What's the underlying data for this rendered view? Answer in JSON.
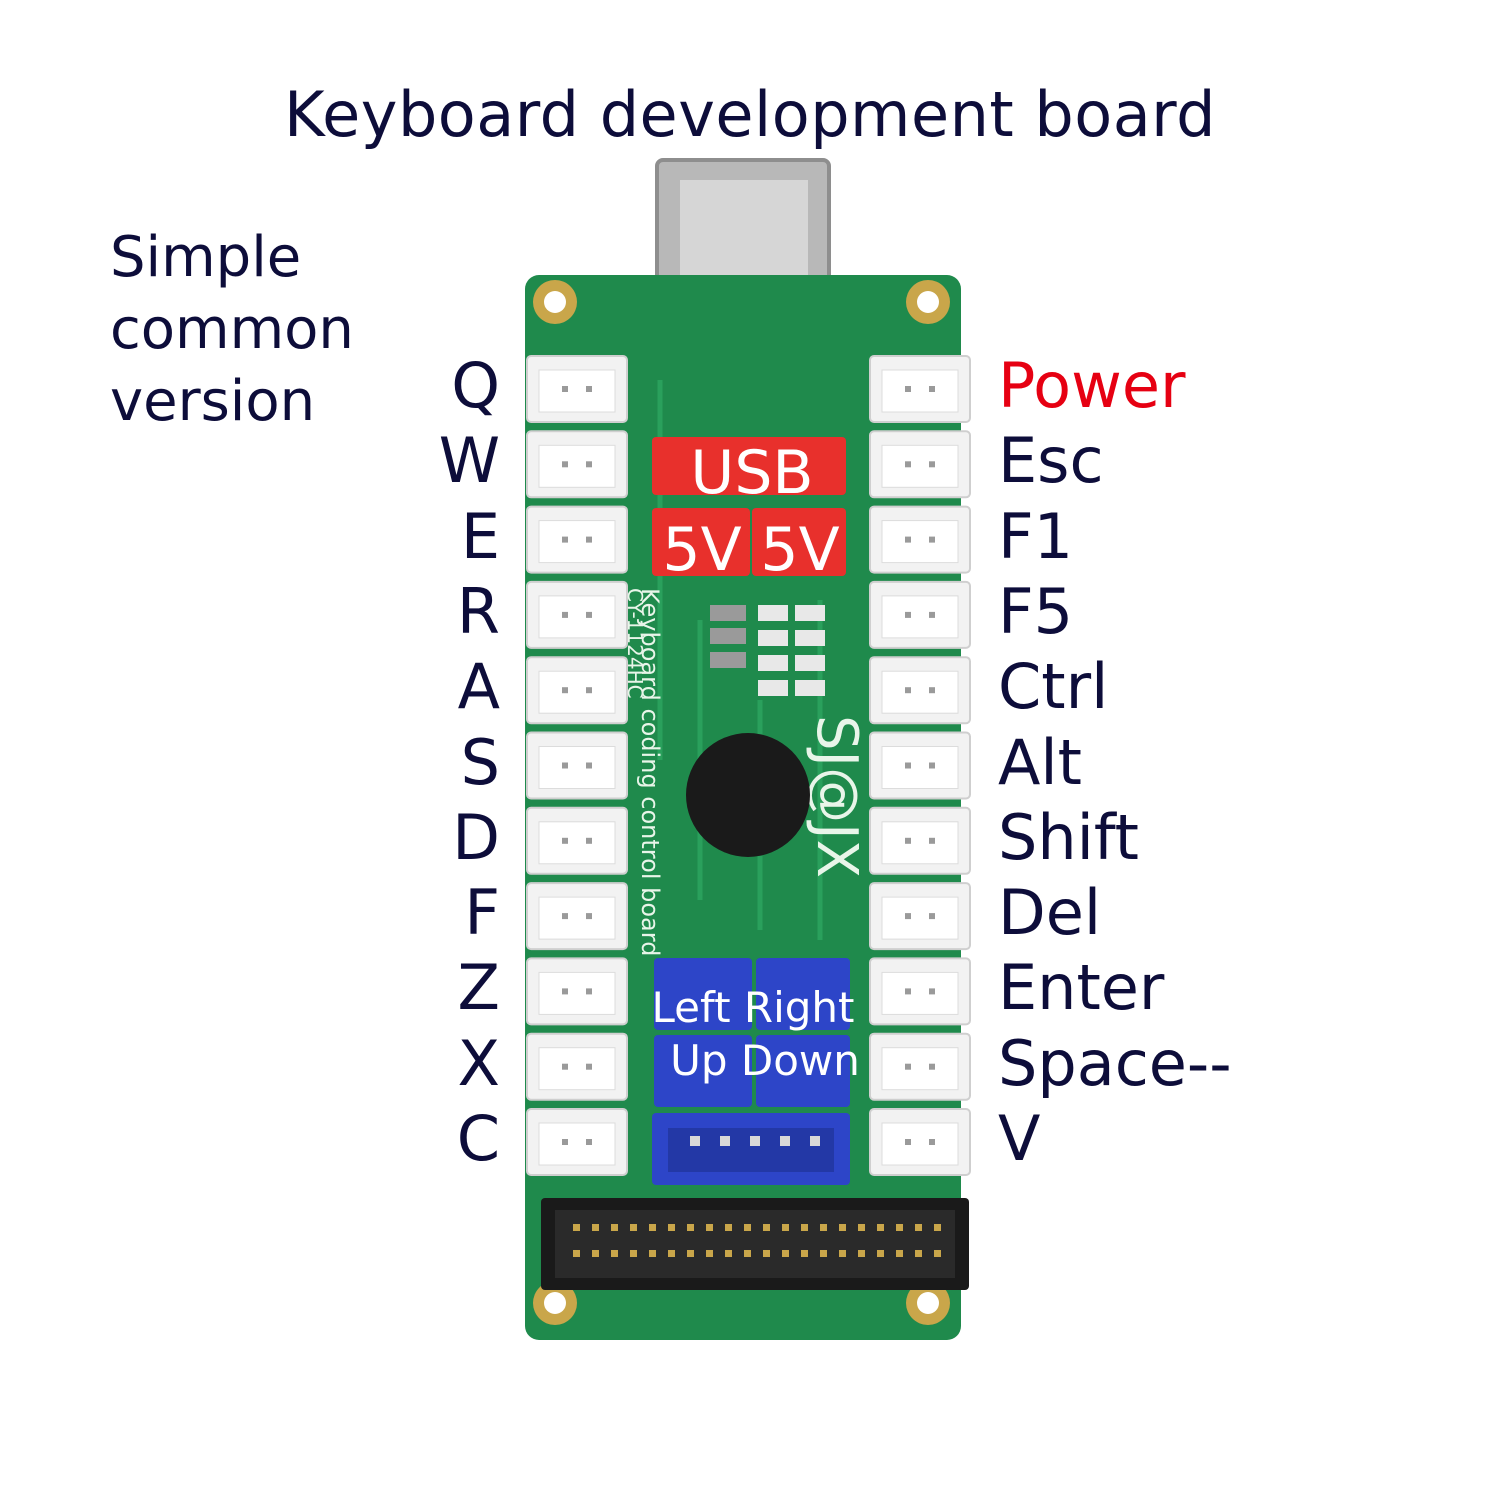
{
  "title": "Keyboard development board",
  "version_label": [
    "Simple",
    "common",
    "version"
  ],
  "left_labels": [
    "Q",
    "W",
    "E",
    "R",
    "A",
    "S",
    "D",
    "F",
    "Z",
    "X",
    "C"
  ],
  "right_labels": [
    "Power",
    "Esc",
    "F1",
    "F5",
    "Ctrl",
    "Alt",
    "Shift",
    "Del",
    "Enter",
    "Space--",
    "V"
  ],
  "board": {
    "usb_label": "USB",
    "power_5v_left": "5V",
    "power_5v_right": "5V",
    "model": "CY-1124HC",
    "name": "Keyboard coding control board",
    "brand": "SJ@JX",
    "joystick_line1": "Left Right",
    "joystick_line2": "Up Down"
  },
  "colors": {
    "text": "#0d0d3a",
    "power_text": "#e60012",
    "pcb": "#1f8a4c",
    "connector_red": "#e8302c",
    "connector_blue": "#2d45c8"
  }
}
